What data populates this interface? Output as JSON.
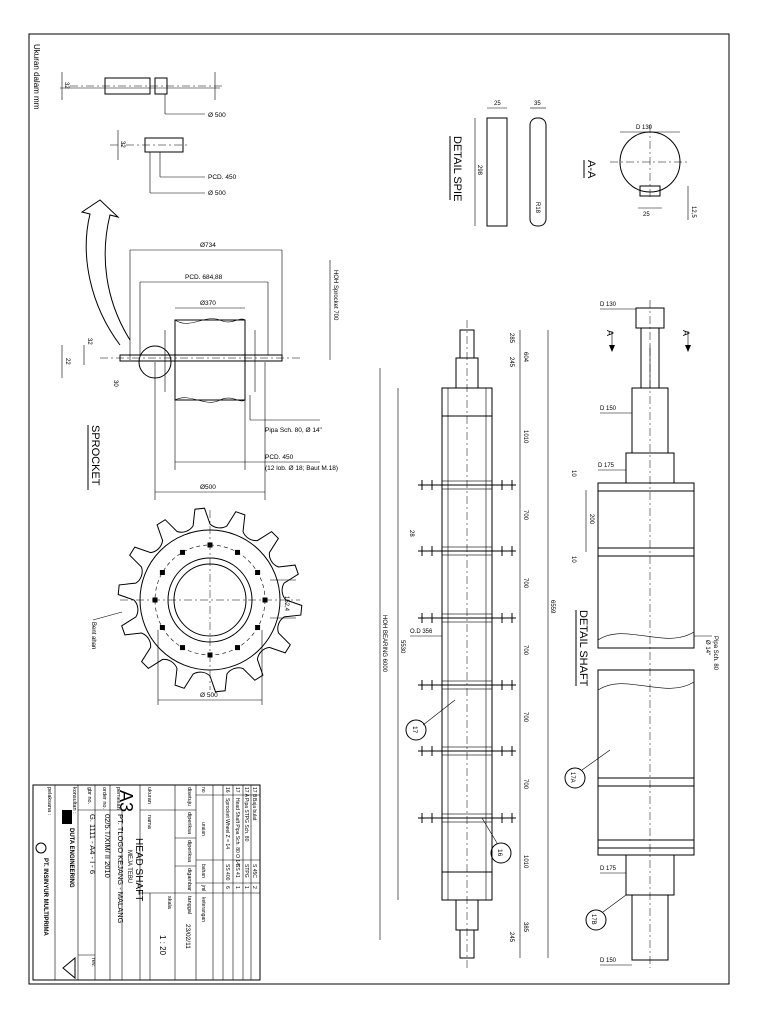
{
  "sheet_note": "Ukuran dalam mm",
  "views": {
    "sprocket_title": "SPROCKET",
    "detail_spie_title": "DETAIL SPIE",
    "section_title": "A-A",
    "detail_shaft_title": "DETAIL SHAFT"
  },
  "sprocket_dims": {
    "d500_top": "Ø 500",
    "thk_32": "32",
    "d500_b": "Ø 500",
    "pcd450_b": "PCD. 450",
    "thk_32b": "32",
    "d734": "Ø734",
    "pcd684": "PCD. 684,88",
    "d370": "Ø370",
    "hoh_sprocket": "HOH Sprocket 700",
    "dim_32": "32",
    "dim_22": "22",
    "dim_30": "30",
    "pipe_label": "Pipa Sch. 80, Ø 14\"",
    "pcd450_note": "PCD. 450",
    "bolt_note": "(12 lob. Ø 18; Baut M.18)",
    "d500_bottom": "Ø500",
    "pitch_1524": "152,4",
    "bent_label": "Bent ahan",
    "d500_front": "Ø 500"
  },
  "spie_dims": {
    "w25": "25",
    "w35": "35",
    "len298": "298",
    "r18": "R18",
    "d130": "D 130",
    "w25b": "25",
    "h125": "12,5"
  },
  "shaft_dims": {
    "d130": "D 130",
    "d150": "D 150",
    "d175": "D 175",
    "t10": "10",
    "w200": "200",
    "t10b": "10",
    "pipe_note": "Pipa Sch. 80",
    "pipe_dia": "Ø 14\"",
    "d175b": "D 175",
    "d150b": "D 150",
    "arrow_a": "A",
    "arrow_a2": "A"
  },
  "main_shaft_dims": {
    "d285": "285",
    "d245": "245",
    "d604": "604",
    "d1010a": "1010",
    "d700a": "700",
    "d700b": "700",
    "d700c": "700",
    "d700d": "700",
    "d700e": "700",
    "d1010b": "1010",
    "d385": "385",
    "d245b": "245",
    "total6559": "6559",
    "hoh_bearing": "HOH BEARING 6000",
    "d5530": "5530",
    "od356": "O.D 356",
    "d28": "28"
  },
  "balloons": [
    "17",
    "16",
    "17A",
    "17B"
  ],
  "title_block": {
    "parts_header": [
      "no",
      "uraian",
      "bahan",
      "jml",
      "keterangan"
    ],
    "parts": [
      {
        "no": "17 B",
        "uraian": "Baja bulat",
        "bahan": "S 45C",
        "jml": "2",
        "ket": ""
      },
      {
        "no": "17 A",
        "uraian": "Pipa STPG Sch. 80",
        "bahan": "STPG",
        "jml": "1",
        "ket": ""
      },
      {
        "no": "17",
        "uraian": "Head Shaft Pipa Sch. 80 O 14\"",
        "bahan": "SS 41",
        "jml": "1",
        "ket": ""
      },
      {
        "no": "16",
        "uraian": "Sprocket Wheel Z = 14",
        "bahan": "SS 400",
        "jml": "6",
        "ket": ""
      }
    ],
    "sign_labels": [
      "disetuju",
      "diperiksa",
      "diperiksa",
      "digambar"
    ],
    "tanggal_label": "tanggal",
    "date": "23/02/11",
    "skala_label": "skala",
    "scale": "1 : 20",
    "format": "A3",
    "ukuran_label": "ukuran",
    "nama_label": "nama",
    "drawing_title": "HEAD SHAFT",
    "drawing_sub": "MEJA TEBU",
    "pemesan_label": "pemesan",
    "pemesan_value": "PT. TLOGO KEJANG - MALANG",
    "order_label": "order no.",
    "order_value": "02/5.T/XIM/ II 2010",
    "gbr_label": "gbr no.",
    "gbr_value": "G. 1111 - A4 - I - 6",
    "rev_label": "rev.",
    "konsultan_label": "konsultan :",
    "konsultan_logo": "DUTA ENGINEERING",
    "pelaksana_label": "pelaksana :",
    "pelaksana_logo": "PT. INSINYUR MULTIPRIMA"
  }
}
